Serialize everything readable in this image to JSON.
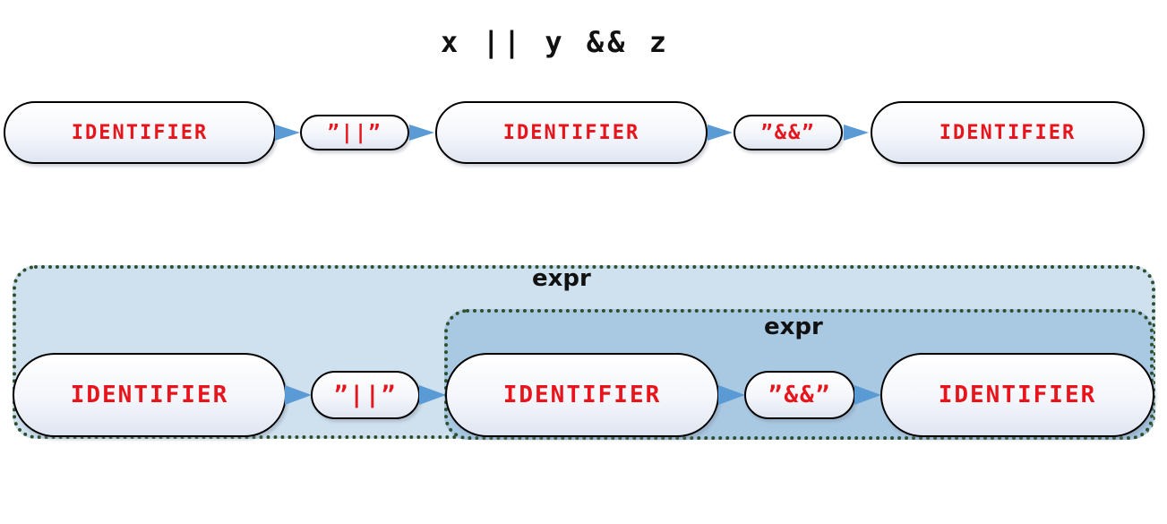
{
  "expression": "x || y && z",
  "token_sequence": [
    {
      "text": "IDENTIFIER",
      "kind": "identifier"
    },
    {
      "text": "”||”",
      "kind": "operator"
    },
    {
      "text": "IDENTIFIER",
      "kind": "identifier"
    },
    {
      "text": "”&&”",
      "kind": "operator"
    },
    {
      "text": "IDENTIFIER",
      "kind": "identifier"
    }
  ],
  "parse_tree": {
    "outer_group_label": "expr",
    "inner_group_label": "expr",
    "tokens": [
      {
        "text": "IDENTIFIER"
      },
      {
        "text": "”||”"
      },
      {
        "text": "IDENTIFIER"
      },
      {
        "text": "”&&”"
      },
      {
        "text": "IDENTIFIER"
      }
    ]
  },
  "colors": {
    "token_text": "#e8141b",
    "arrow": "#5b9bd5",
    "outer_group_fill": "#cfe0ee",
    "inner_group_fill": "#a9c8e2",
    "group_border": "#2f4f2f"
  }
}
